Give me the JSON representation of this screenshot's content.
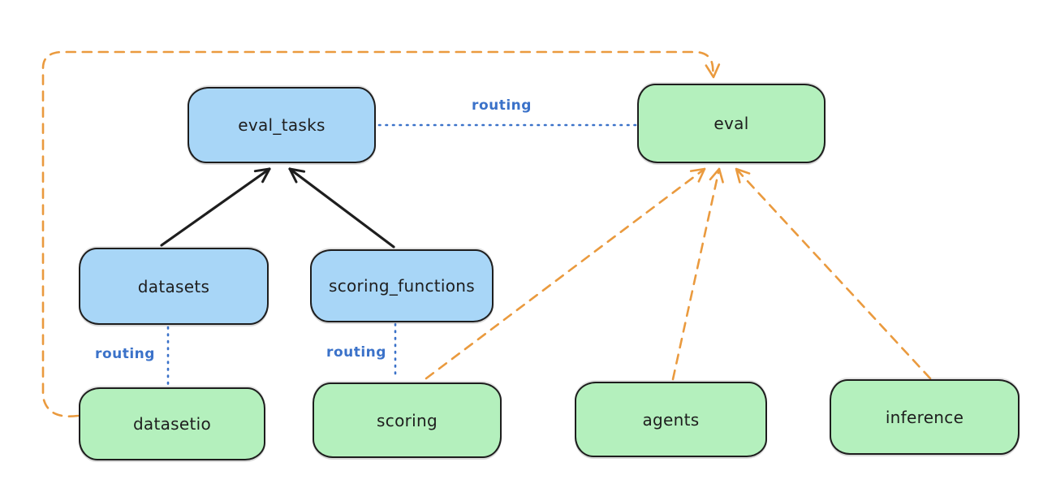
{
  "diagram": {
    "nodes": [
      {
        "id": "eval_tasks",
        "label": "eval_tasks",
        "fill": "#a8d6f7"
      },
      {
        "id": "eval",
        "label": "eval",
        "fill": "#b4f0bd"
      },
      {
        "id": "datasets",
        "label": "datasets",
        "fill": "#a8d6f7"
      },
      {
        "id": "scoring_functions",
        "label": "scoring_functions",
        "fill": "#a8d6f7"
      },
      {
        "id": "datasetio",
        "label": "datasetio",
        "fill": "#b4f0bd"
      },
      {
        "id": "scoring",
        "label": "scoring",
        "fill": "#b4f0bd"
      },
      {
        "id": "agents",
        "label": "agents",
        "fill": "#b4f0bd"
      },
      {
        "id": "inference",
        "label": "inference",
        "fill": "#b4f0bd"
      }
    ],
    "edges": [
      {
        "from": "eval_tasks",
        "to": "eval",
        "label": "routing",
        "style": "dotted",
        "color": "#3b72c9",
        "arrow": "none"
      },
      {
        "from": "datasets",
        "to": "eval_tasks",
        "label": "",
        "style": "solid",
        "color": "#1e1e1e",
        "arrow": "end"
      },
      {
        "from": "scoring_functions",
        "to": "eval_tasks",
        "label": "",
        "style": "solid",
        "color": "#1e1e1e",
        "arrow": "end"
      },
      {
        "from": "datasets",
        "to": "datasetio",
        "label": "routing",
        "style": "dotted",
        "color": "#3b72c9",
        "arrow": "none"
      },
      {
        "from": "scoring_functions",
        "to": "scoring",
        "label": "routing",
        "style": "dotted",
        "color": "#3b72c9",
        "arrow": "none"
      },
      {
        "from": "datasetio",
        "to": "eval",
        "label": "",
        "style": "dashed",
        "color": "#ea9a3e",
        "arrow": "end"
      },
      {
        "from": "scoring",
        "to": "eval",
        "label": "",
        "style": "dashed",
        "color": "#ea9a3e",
        "arrow": "end"
      },
      {
        "from": "agents",
        "to": "eval",
        "label": "",
        "style": "dashed",
        "color": "#ea9a3e",
        "arrow": "end"
      },
      {
        "from": "inference",
        "to": "eval",
        "label": "",
        "style": "dashed",
        "color": "#ea9a3e",
        "arrow": "end"
      }
    ],
    "colors": {
      "node_blue": "#a8d6f7",
      "node_green": "#b4f0bd",
      "stroke": "#1e1e1e",
      "routing_blue": "#3b72c9",
      "dashed_orange": "#ea9a3e",
      "background": "#ffffff"
    }
  }
}
